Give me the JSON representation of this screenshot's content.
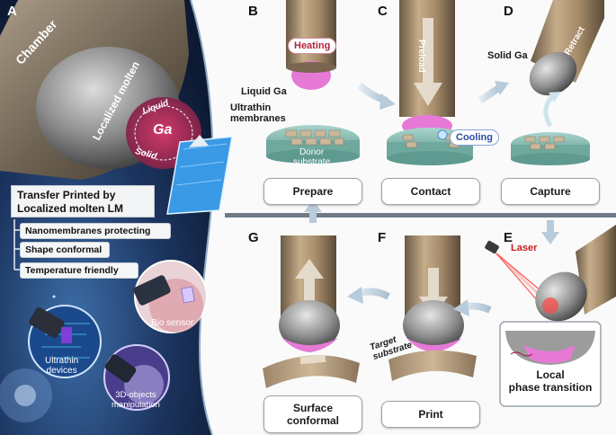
{
  "panels": {
    "A": "A",
    "B": "B",
    "C": "C",
    "D": "D",
    "E": "E",
    "F": "F",
    "G": "G"
  },
  "panel_a": {
    "chamber": "Chamber",
    "localized_molten": "Localized molten",
    "ga": "Ga",
    "liquid": "Liquid",
    "solid": "Solid",
    "title_line1": "Transfer Printed by",
    "title_line2": "Localized molten LM",
    "features": [
      "Nanomembranes protecting",
      "Shape conformal",
      "Temperature friendly"
    ],
    "bio_sensor": "Bio sensor",
    "ultrathin_devices_line1": "Ultrathin",
    "ultrathin_devices_line2": "devices",
    "objects_line1": "3D-objects",
    "objects_line2": "manipulation"
  },
  "steps": {
    "heating": "Heating",
    "liquid_ga": "Liquid Ga",
    "ultrathin_membranes_line1": "Ultrathin",
    "ultrathin_membranes_line2": "membranes",
    "donor_line1": "Donor",
    "donor_line2": "substrate",
    "preload": "Preload",
    "cooling": "Cooling",
    "solid_ga": "Solid Ga",
    "retract": "Retract",
    "laser": "Laser",
    "target_line1": "Target",
    "target_line2": "substrate",
    "local_line1": "Local",
    "local_line2": "phase transition"
  },
  "buttons": {
    "prepare": "Prepare",
    "contact": "Contact",
    "capture": "Capture",
    "print": "Print",
    "surface_line1": "Surface",
    "surface_line2": "conformal"
  }
}
